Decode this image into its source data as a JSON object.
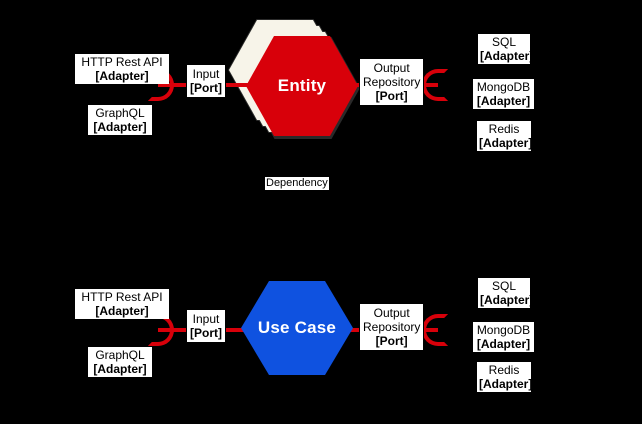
{
  "diagram": {
    "title_hidden": "",
    "colors": {
      "background": "#000000",
      "entity_fill": "#D8000A",
      "usecase_fill": "#0F52E0",
      "connector": "#D8000A",
      "stack_fill": "#F7F4E9",
      "box_bg": "#ffffff",
      "box_text": "#000000"
    }
  },
  "top_row": {
    "left_adapters": [
      {
        "name": "HTTP Rest API",
        "stereotype": "[Adapter]"
      },
      {
        "name": "GraphQL",
        "stereotype": "[Adapter]"
      }
    ],
    "input_port": {
      "name": "Input",
      "stereotype": "[Port]"
    },
    "core": {
      "label": "Entity",
      "stacked": "true"
    },
    "output_port": {
      "name_line1": "Output",
      "name_line2": "Repository",
      "stereotype": "[Port]"
    },
    "right_adapters": [
      {
        "name": "SQL",
        "stereotype": "[Adapter]"
      },
      {
        "name": "MongoDB",
        "stereotype": "[Adapter]"
      },
      {
        "name": "Redis",
        "stereotype": "[Adapter]"
      }
    ]
  },
  "dependency_label": "Dependency",
  "bottom_row": {
    "left_adapters": [
      {
        "name": "HTTP Rest API",
        "stereotype": "[Adapter]"
      },
      {
        "name": "GraphQL",
        "stereotype": "[Adapter]"
      }
    ],
    "input_port": {
      "name": "Input",
      "stereotype": "[Port]"
    },
    "core": {
      "label": "Use Case",
      "stacked": "false"
    },
    "output_port": {
      "name_line1": "Output",
      "name_line2": "Repository",
      "stereotype": "[Port]"
    },
    "right_adapters": [
      {
        "name": "SQL",
        "stereotype": "[Adapter]"
      },
      {
        "name": "MongoDB",
        "stereotype": "[Adapter]"
      },
      {
        "name": "Redis",
        "stereotype": "[Adapter]"
      }
    ]
  }
}
